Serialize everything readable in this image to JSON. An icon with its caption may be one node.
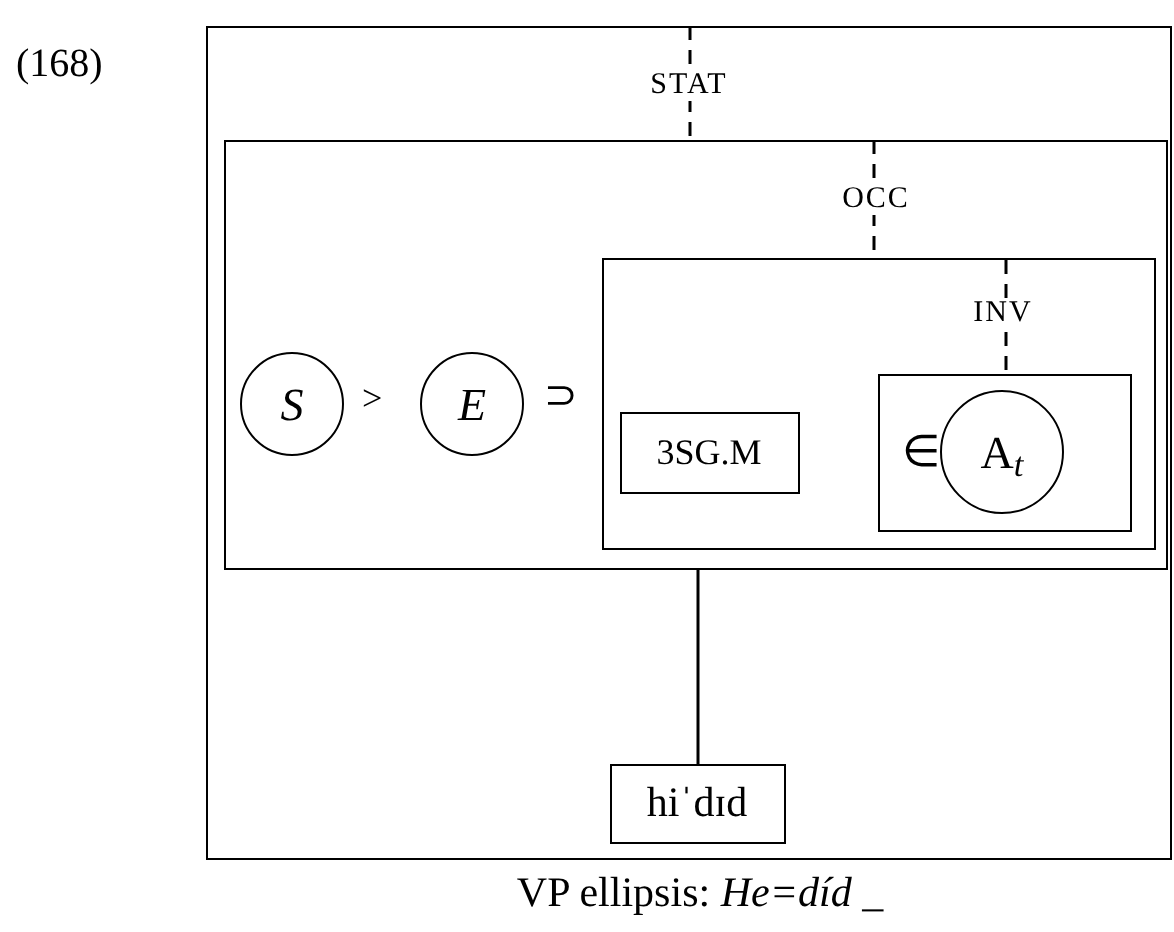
{
  "diagram": {
    "caption": "VP ellipsis: *He=díd _*",
    "nodes": [
      {
        "text": [
          "STAT"
        ]
      },
      {
        "text": [
          "OCC"
        ],
        "in": 0
      },
      {
        "text": [
          "S"
        ],
        "in": 1
      },
      {
        "text": [
          "E"
        ],
        "in": 1
      },
      {
        "text": [
          "INV"
        ],
        "in": 1
      },
      {
        "text": [
          "3SG.M"
        ],
        "in": 4
      },
      {
        "text": [
          "∈"
        ],
        "in": 4
      },
      {
        "text": [
          "A$_{t}$"
        ],
        "in": 6
      },
      {
        "text": [
          "hiˈdɪd"
        ],
        "in": 0
      }
    ],
    "edges": [
      {
        "from": 0,
        "to": 1,
        "arrow": "none",
        "style": "dashed"
      },
      {
        "from": 1,
        "to": 4,
        "arrow": "none",
        "style": "dashed"
      },
      {
        "from": 4,
        "to": 6,
        "arrow": "none",
        "style": "dashed"
      },
      {
        "from": 1,
        "to": 8,
        "arrow": "none"
      }
    ],
    "labels": [
      "(168)",
      ">",
      "⊃"
    ]
  }
}
